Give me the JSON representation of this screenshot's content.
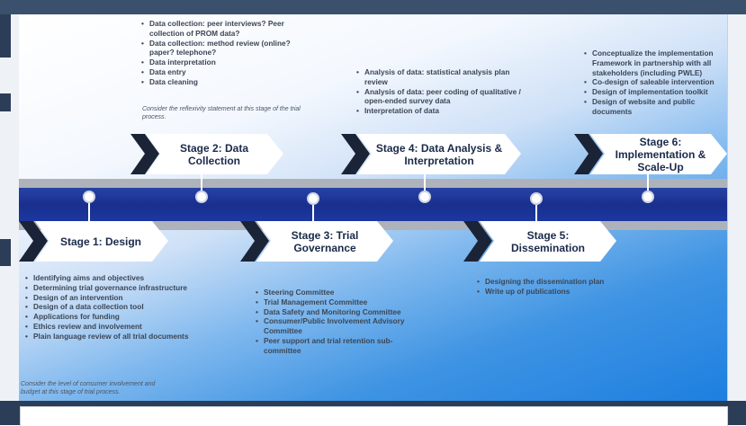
{
  "stages": [
    {
      "label": "Stage 1: Design",
      "bullets": [
        "Identifying aims and objectives",
        "Determining trial governance infrastructure",
        "Design of an intervention",
        "Design of a data collection tool",
        "Applications for funding",
        "Ethics review and involvement",
        "Plain language review of all trial documents"
      ],
      "note": "Consider the level of consumer involvement and budget at this stage of trial process."
    },
    {
      "label": "Stage 2: Data Collection",
      "bullets": [
        "Data collection: peer interviews? Peer collection of PROM data?",
        "Data collection: method review (online? paper? telephone?",
        "Data interpretation",
        "Data entry",
        "Data cleaning"
      ],
      "note": "Consider the reflexivity statement at this stage of the trial process."
    },
    {
      "label": "Stage 3: Trial Governance",
      "bullets": [
        "Steering Committee",
        "Trial Management Committee",
        "Data Safety and Monitoring Committee",
        "Consumer/Public Involvement Advisory Committee",
        "Peer support and trial retention sub-committee"
      ]
    },
    {
      "label": "Stage 4: Data Analysis & Interpretation",
      "bullets": [
        "Analysis of data: statistical analysis plan review",
        "Analysis of data: peer coding of qualitative / open-ended survey data",
        "Interpretation of data"
      ]
    },
    {
      "label": "Stage 5: Dissemination",
      "bullets": [
        "Designing the dissemination plan",
        "Write up of publications"
      ]
    },
    {
      "label": "Stage 6: Implementation & Scale-Up",
      "bullets": [
        "Conceptualize the implementation Framework in partnership with all stakeholders (including PWLE)",
        "Co-design of saleable intervention",
        "Design of implementation toolkit",
        "Design of website and public documents"
      ]
    }
  ],
  "colors": {
    "band": "#1f3a9c",
    "band_edge": "#aeb2bb",
    "chevron_tip": "#1b2437",
    "box": "#ffffff"
  }
}
